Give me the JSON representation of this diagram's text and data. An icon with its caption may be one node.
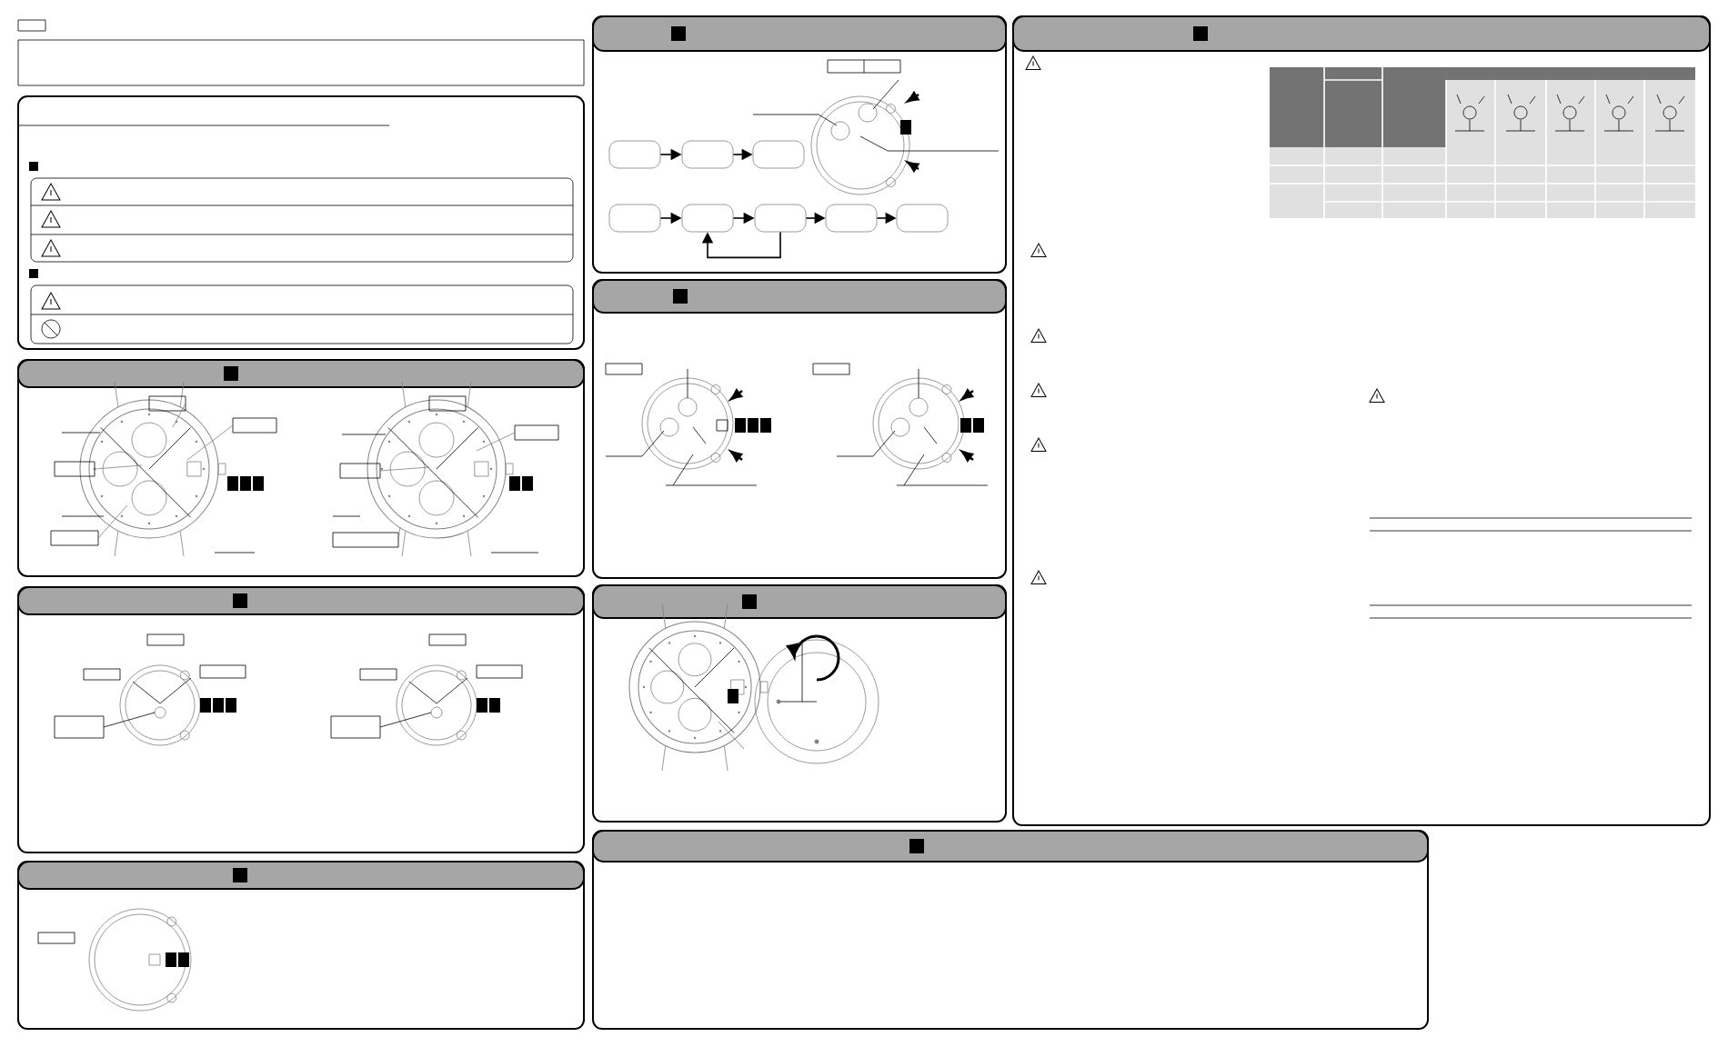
{
  "diagram": {
    "nodes": [
      {
        "text": [],
        "shape": "box"
      },
      {
        "text": [],
        "shape": "box"
      },
      {
        "text": [],
        "shape": "box"
      },
      {
        "text": [],
        "shape": "box"
      },
      {
        "text": [],
        "shape": "box"
      },
      {
        "text": [],
        "shape": "box"
      },
      {
        "text": [],
        "shape": "box"
      },
      {
        "text": [],
        "shape": "box"
      },
      {
        "text": [],
        "shape": "box"
      },
      {
        "text": [],
        "shape": "box"
      }
    ],
    "edges": [
      {
        "from": 2,
        "to": 3,
        "arrow": "to"
      },
      {
        "from": 3,
        "to": 4,
        "arrow": "to"
      },
      {
        "from": 5,
        "to": 6,
        "arrow": "to"
      },
      {
        "from": 6,
        "to": 7,
        "arrow": "to"
      },
      {
        "from": 7,
        "to": 8,
        "arrow": "to"
      },
      {
        "from": 8,
        "to": 9,
        "arrow": "to"
      },
      {
        "from": 7,
        "to": 6,
        "arrow": "to"
      }
    ]
  }
}
